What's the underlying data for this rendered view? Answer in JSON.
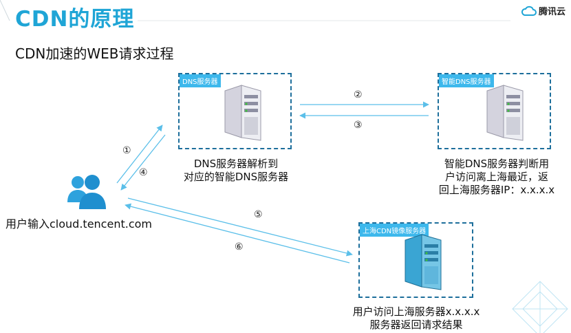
{
  "title": "CDN的原理",
  "brand": {
    "name": "腾讯云",
    "logo_icon": "cloud-logo-icon",
    "color": "#1fa5d6"
  },
  "subtitle": "CDN加速的WEB请求过程",
  "user": {
    "icon": "users-icon",
    "label": "用户输入cloud.tencent.com"
  },
  "nodes": {
    "dns": {
      "tag": "DNS服务器",
      "caption_line1": "DNS服务器解析到",
      "caption_line2": "对应的智能DNS服务器"
    },
    "smart_dns": {
      "tag": "智能DNS服务器",
      "caption_line1": "智能DNS服务器判断用",
      "caption_line2": "户访问离上海最近，返",
      "caption_line3": "回上海服务器IP：x.x.x.x"
    },
    "cdn": {
      "tag": "上海CDN镜像服务器",
      "caption_line1": "用户访问上海服务器x.x.x.x",
      "caption_line2": "服务器返回请求结果"
    }
  },
  "steps": [
    "①",
    "②",
    "③",
    "④",
    "⑤",
    "⑥"
  ],
  "colors": {
    "accent": "#1fa5d6",
    "arrow": "#5bbfe9",
    "box_border": "#1c6e9b",
    "tag_bg": "#3db8ec"
  }
}
